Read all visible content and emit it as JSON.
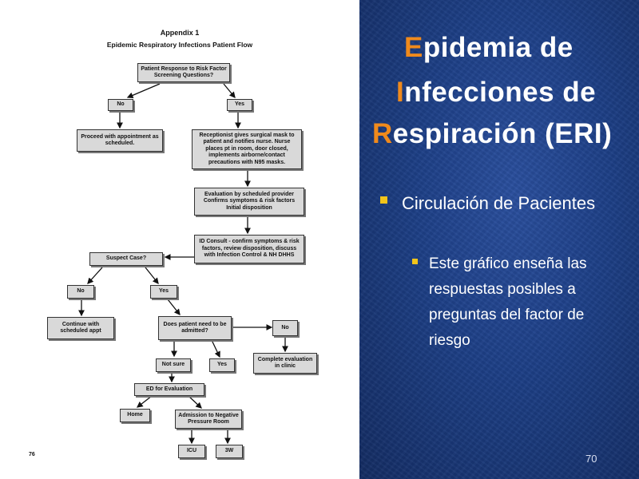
{
  "flowchart": {
    "heading": "Appendix 1",
    "subheading": "Epidemic Respiratory Infections Patient Flow",
    "page_number": "76",
    "nodes": {
      "screening": "Patient Response to Risk Factor Screening Questions?",
      "no1": "No",
      "yes1": "Yes",
      "proceed": "Proceed with appointment as scheduled.",
      "receptionist": "Receptionist gives surgical mask to patient and notifies nurse. Nurse places pt in room, door closed, implements airborne/contact precautions with N95 masks.",
      "evaluation": "Evaluation by scheduled provider Confirms symptoms & risk factors Initial disposition",
      "id_consult": "ID Consult - confirm symptoms & risk factors, review disposition, discuss with Infection Control & NH DHHS",
      "suspect": "Suspect Case?",
      "no2": "No",
      "yes2": "Yes",
      "continue": "Continue with scheduled appt",
      "admit_q": "Does patient need to be admitted?",
      "no3": "No",
      "complete": "Complete evaluation in clinic",
      "not_sure": "Not sure",
      "yes3": "Yes",
      "ed": "ED for Evaluation",
      "home": "Home",
      "admission": "Admission to Negative Pressure Room",
      "icu": "ICU",
      "w3": "3W"
    }
  },
  "slide": {
    "title_lines": [
      {
        "cap": "E",
        "rest": "pidemia de"
      },
      {
        "cap": "I",
        "rest": "nfecciones de"
      },
      {
        "cap": "R",
        "rest": "espiración (ERI)"
      }
    ],
    "bullet": "Circulación de Pacientes",
    "sub_bullet": "Este gráfico enseña las respuestas posibles a preguntas del factor de riesgo",
    "slide_number": "70",
    "colors": {
      "accent": "#f08a1c",
      "bullet": "#f2c41a",
      "background": "#1d3f86"
    }
  }
}
